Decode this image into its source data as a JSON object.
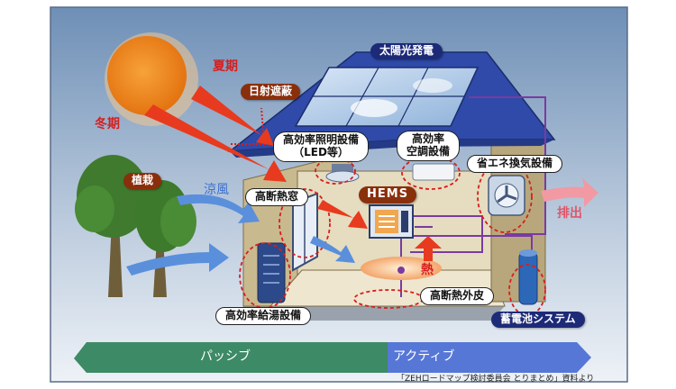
{
  "labels": {
    "solar": "太陽光発電",
    "summer": "夏期",
    "winter": "冬期",
    "shading": "日射遮蔽",
    "lighting": "高効率照明設備\n（LED等）",
    "aircon": "高効率\n空調設備",
    "ventilation": "省エネ換気設備",
    "planting": "植栽",
    "breeze": "涼風",
    "window": "高断熱窓",
    "hems": "HEMS",
    "heat": "熱",
    "exhaust": "排出",
    "envelope": "高断熱外皮",
    "water_heater": "高効率給湯設備",
    "battery": "蓄電池システム"
  },
  "band": {
    "passive": "パッシブ",
    "active": "アクティブ"
  },
  "credit": "「ZEHロードマップ検討委員会 とりまとめ」資料より",
  "colors": {
    "sky_top": "#6e8fb6",
    "sky_bottom": "#e9eef5",
    "roof": "#2f4aa8",
    "wall": "#c9b98f",
    "sun": "#ef8a1c",
    "red": "#d81e1e",
    "passive_band": "#3d8a66",
    "active_band": "#5677d6"
  }
}
